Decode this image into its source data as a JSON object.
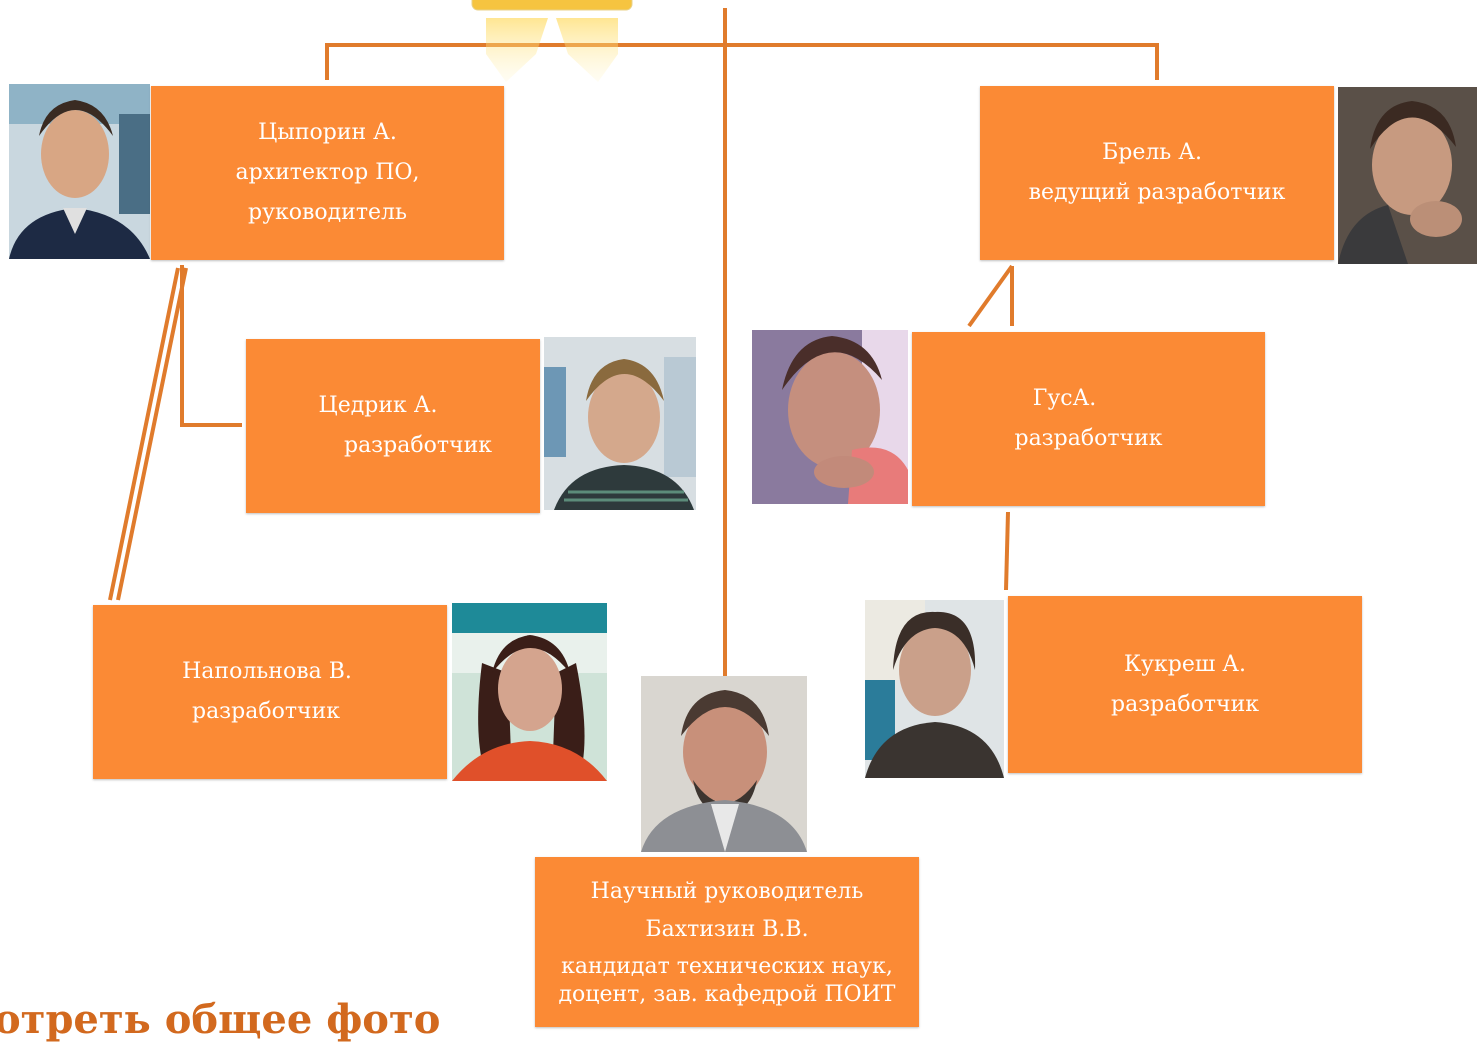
{
  "diagram": {
    "nodes": {
      "tsyporin": {
        "name": "Цыпорин А.",
        "role1": "архитектор ПО,",
        "role2": "руководитель"
      },
      "brel": {
        "name": "Брель А.",
        "role": "ведущий разработчик"
      },
      "tsedrik": {
        "name": "Цедрик  А.",
        "role": "разработчик"
      },
      "gus": {
        "name": "ГусА.",
        "role": "разработчик"
      },
      "napolnova": {
        "name": "Напольнова В.",
        "role": "разработчик"
      },
      "kukresh": {
        "name": "Кукреш А.",
        "role": "разработчик"
      },
      "bakhtizin": {
        "title": "Научный руководитель",
        "name": "Бахтизин В.В.",
        "degree1": "кандидат  технических наук,",
        "degree2": "доцент, зав. кафедрой ПОИТ"
      }
    },
    "edges": [
      {
        "from": "top",
        "to": "tsyporin"
      },
      {
        "from": "top",
        "to": "brel"
      },
      {
        "from": "top",
        "to": "bakhtizin"
      },
      {
        "from": "tsyporin",
        "to": "tsedrik"
      },
      {
        "from": "tsyporin",
        "to": "napolnova"
      },
      {
        "from": "brel",
        "to": "gus"
      },
      {
        "from": "gus",
        "to": "kukresh"
      }
    ],
    "colors": {
      "box": "#fb8a35",
      "line": "#e07b2c",
      "text": "#ffffff",
      "link": "#d2691e"
    }
  },
  "link_text": "отреть общее фото"
}
